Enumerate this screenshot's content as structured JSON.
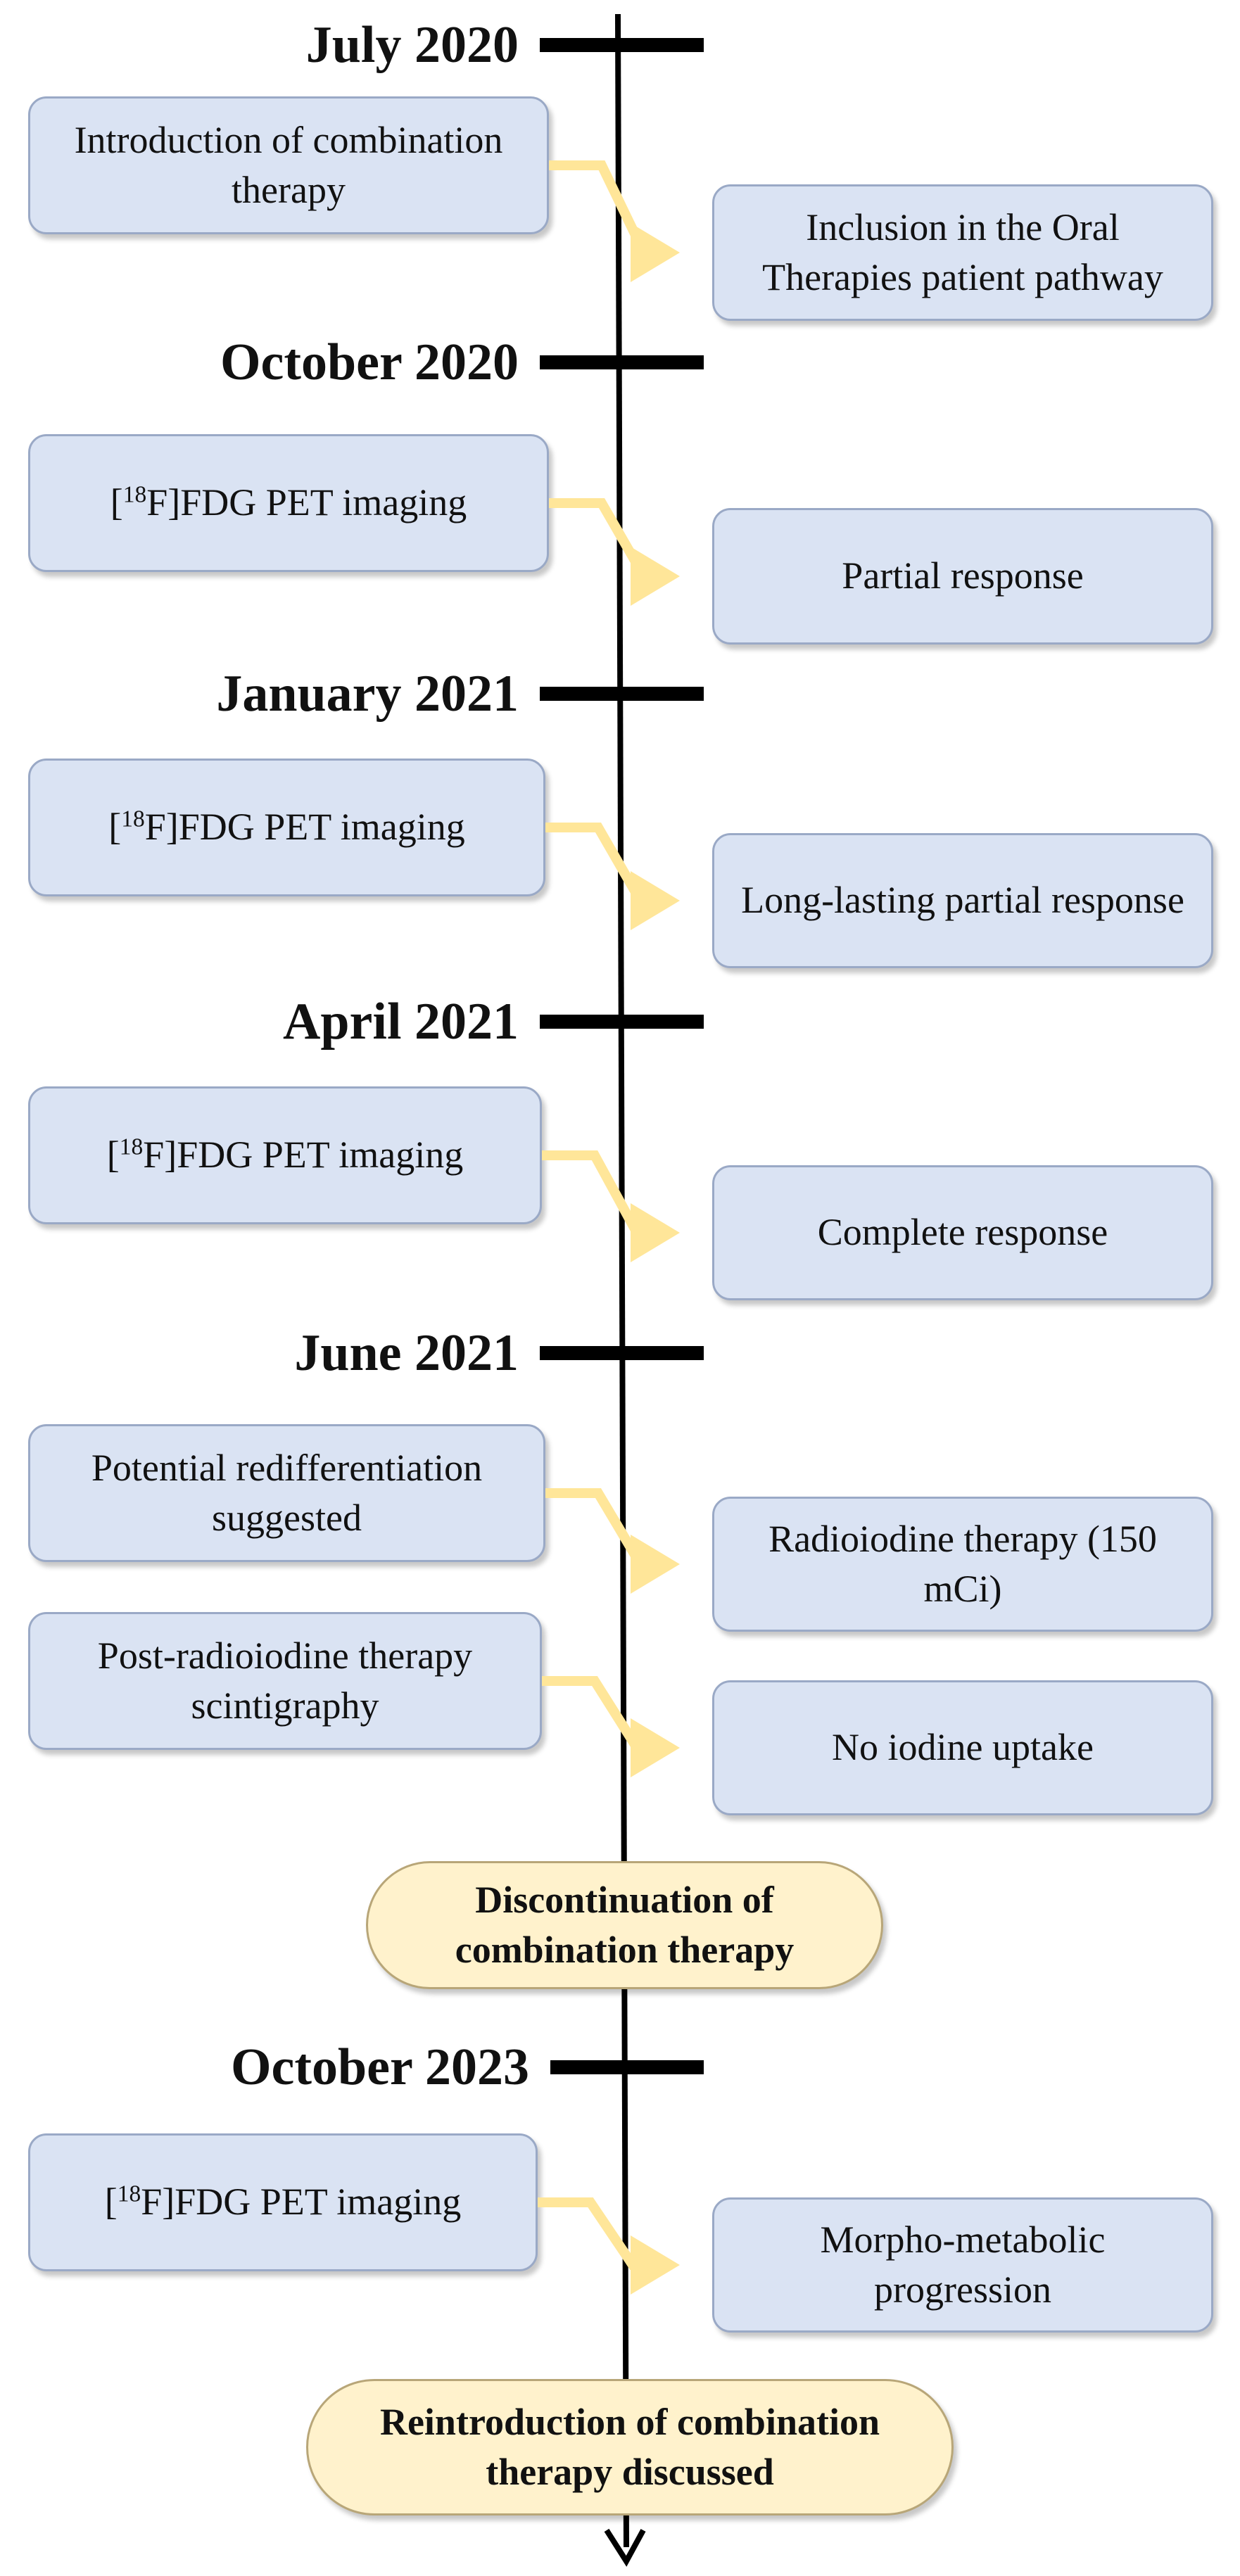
{
  "timeline": [
    {
      "date": "July 2020",
      "rows": [
        {
          "left": "Introduction of combination therapy",
          "right": "Inclusion in the Oral Therapies patient pathway"
        }
      ]
    },
    {
      "date": "October 2020",
      "rows": [
        {
          "left_pre": "[",
          "left_sup": "18",
          "left_post": "F]FDG PET imaging",
          "right": "Partial response"
        }
      ]
    },
    {
      "date": "January 2021",
      "rows": [
        {
          "left_pre": "[",
          "left_sup": "18",
          "left_post": "F]FDG PET imaging",
          "right": "Long-lasting partial response"
        }
      ]
    },
    {
      "date": "April 2021",
      "rows": [
        {
          "left_pre": "[",
          "left_sup": "18",
          "left_post": "F]FDG PET imaging",
          "right": "Complete response"
        }
      ]
    },
    {
      "date": "June 2021",
      "rows": [
        {
          "left": "Potential redifferentiation suggested",
          "right": "Radioiodine therapy (150 mCi)"
        },
        {
          "left": "Post-radioiodine therapy scintigraphy",
          "right": "No iodine uptake"
        }
      ]
    },
    {
      "date": "October 2023",
      "rows": [
        {
          "left_pre": "[",
          "left_sup": "18",
          "left_post": "F]FDG PET imaging",
          "right": "Morpho-metabolic progression"
        }
      ]
    }
  ],
  "milestones": {
    "discontinuation": "Discontinuation of combination therapy",
    "reintroduction": "Reintroduction of combination therapy discussed"
  },
  "colors": {
    "event_box_fill": "#dae3f3",
    "event_box_border": "#9aa9c6",
    "milestone_fill": "#fff2cc",
    "connector_arrow": "#ffe699",
    "timeline_line": "#000000"
  }
}
